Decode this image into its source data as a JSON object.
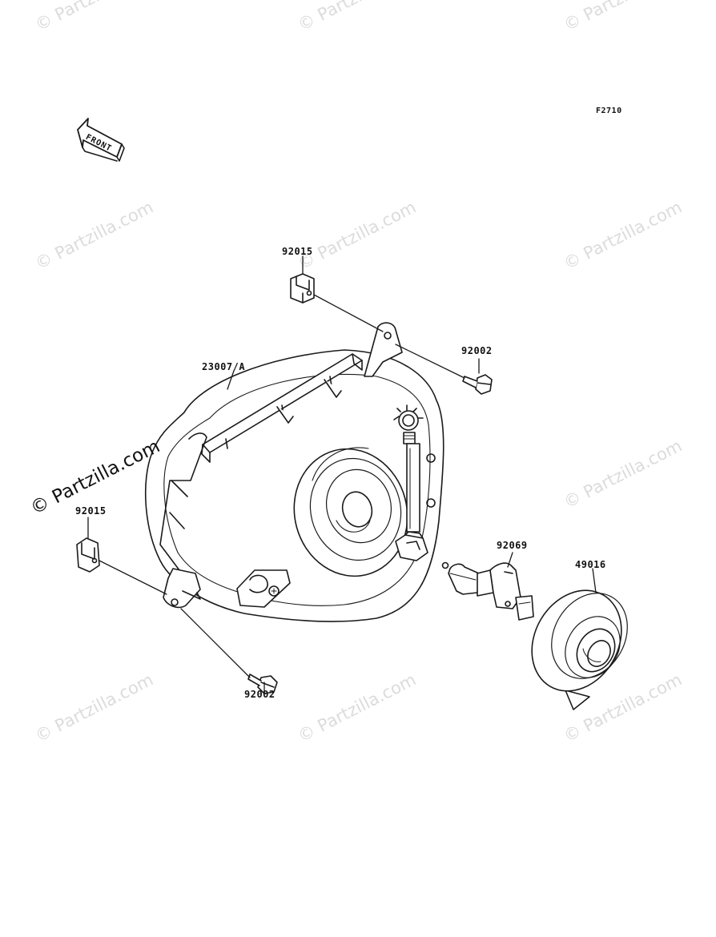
{
  "figure_code": "F2710",
  "front_arrow_text": "FRONT",
  "brand_text": "© Partzilla.com",
  "watermark_text": "© Partzilla.com",
  "parts": {
    "clip_top": "92015",
    "bolt_top": "92002",
    "headlamp_unit": "23007/A",
    "clip_left": "92015",
    "bolt_bottom": "92002",
    "bulb": "92069",
    "bulb_cover": "49016"
  },
  "colors": {
    "line": "#1a1a1a",
    "watermark": "#dcdcdc"
  }
}
